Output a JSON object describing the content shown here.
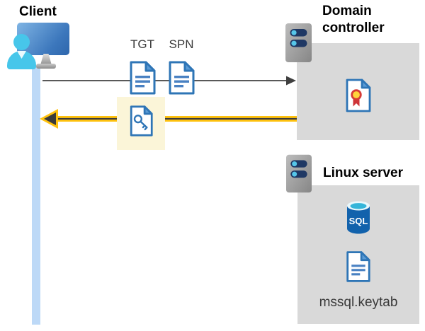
{
  "client": {
    "label": "Client"
  },
  "flow": {
    "tgt_label": "TGT",
    "spn_label": "SPN"
  },
  "domain_controller": {
    "label": "Domain controller"
  },
  "linux_server": {
    "label": "Linux server",
    "sql_icon_label": "SQL",
    "keytab_label": "mssql.keytab"
  },
  "colors": {
    "accent_yellow": "#FFC20E",
    "highlight_yellow": "#FBF5D8",
    "document_blue": "#2E75B6",
    "document_blue_light": "#5B9BD5",
    "timeline_blue": "#BDD9F7",
    "panel_gray": "#D9D9D9",
    "server_slot_navy": "#1F3864",
    "server_dot_cyan": "#56C6E9",
    "user_cyan": "#47C6EA",
    "sql_blue": "#1262AC",
    "sql_top_cyan": "#35B5D9",
    "certificate_gold": "#FFD43B",
    "certificate_red": "#D63B36",
    "arrow_gray": "#595959",
    "text_dark": "#3A3A3A"
  }
}
